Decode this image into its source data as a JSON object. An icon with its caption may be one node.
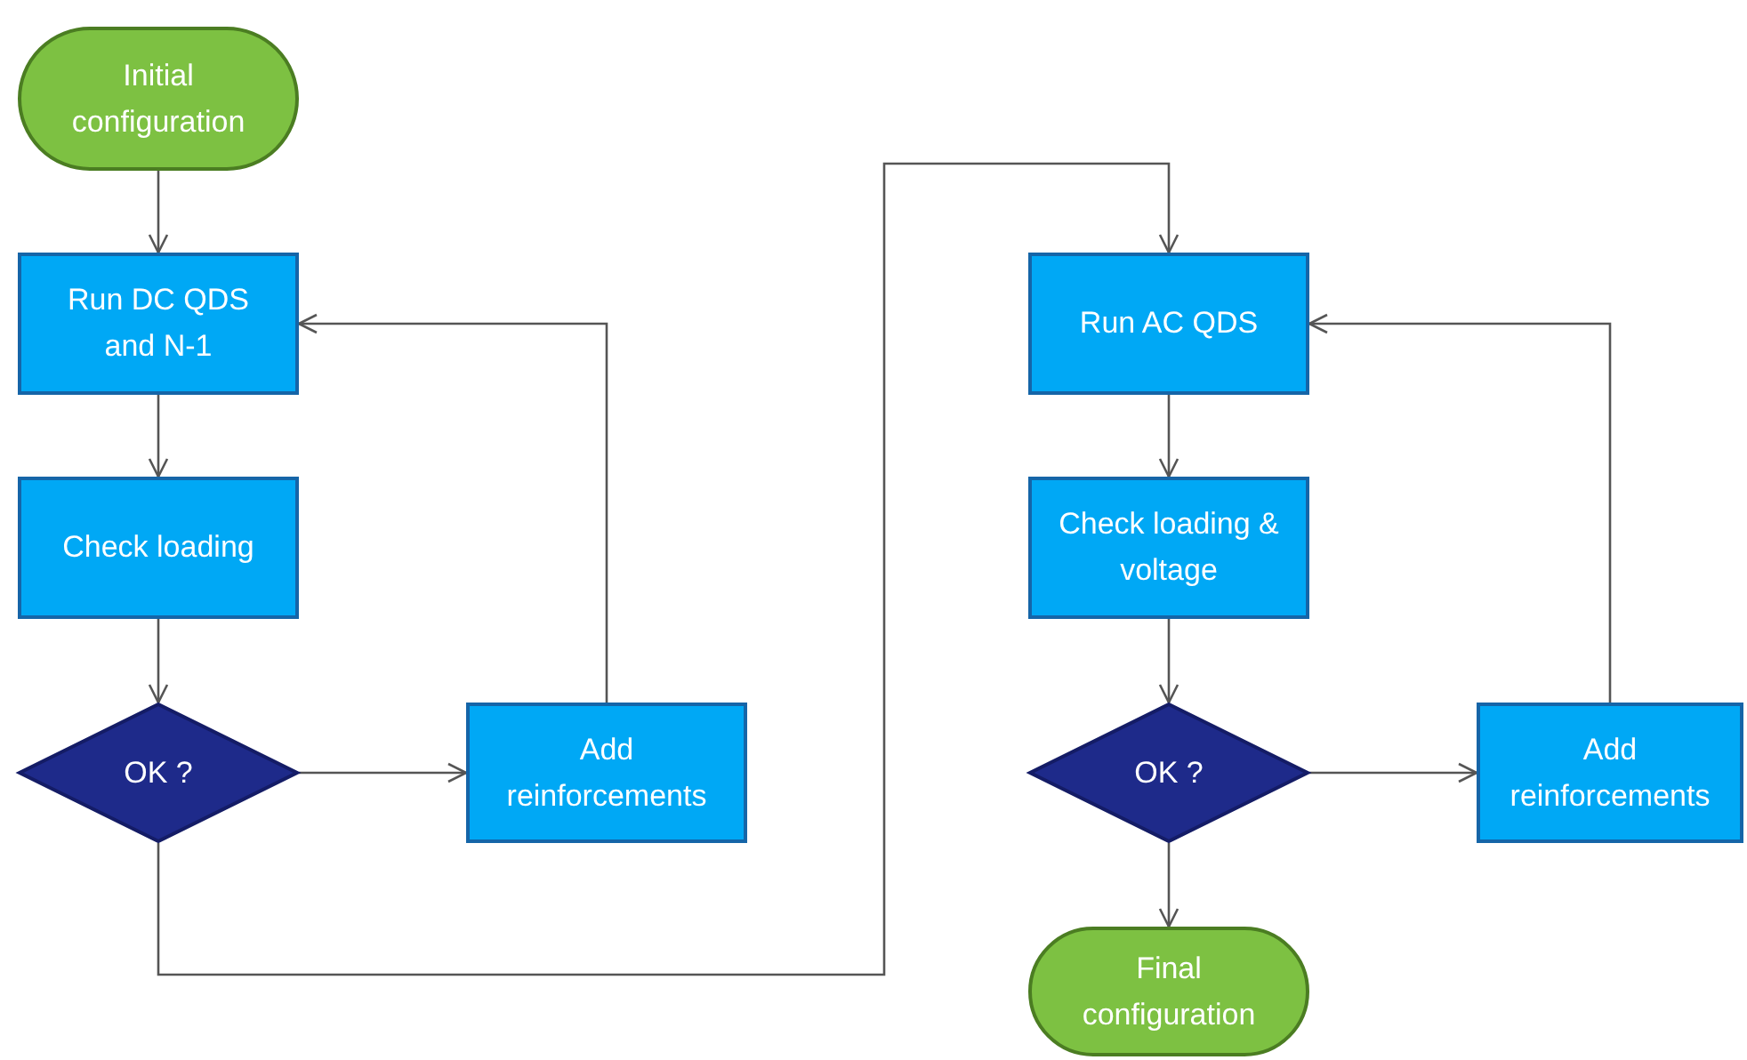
{
  "diagram": {
    "nodes": [
      {
        "text": [
          "Initial configuration"
        ]
      },
      {
        "text": [
          "Run DC QDS and N-1"
        ]
      },
      {
        "text": [
          "Check loading"
        ]
      },
      {
        "text": [
          "OK ?"
        ]
      },
      {
        "text": [
          "Add reinforcements"
        ]
      },
      {
        "text": [
          "Run AC QDS"
        ]
      },
      {
        "text": [
          "Check loading & voltage"
        ]
      },
      {
        "text": [
          "OK ?"
        ]
      },
      {
        "text": [
          "Add reinforcements"
        ]
      },
      {
        "text": [
          "Final configuration"
        ]
      }
    ],
    "edges": [
      {
        "from": 0,
        "to": 1,
        "arrow": "to"
      },
      {
        "from": 1,
        "to": 2,
        "arrow": "to"
      },
      {
        "from": 2,
        "to": 3,
        "arrow": "to"
      },
      {
        "from": 3,
        "to": 4,
        "arrow": "to"
      },
      {
        "from": 4,
        "to": 1,
        "arrow": "to"
      },
      {
        "from": 3,
        "to": 5,
        "arrow": "to"
      },
      {
        "from": 5,
        "to": 6,
        "arrow": "to"
      },
      {
        "from": 6,
        "to": 7,
        "arrow": "to"
      },
      {
        "from": 7,
        "to": 8,
        "arrow": "to"
      },
      {
        "from": 8,
        "to": 5,
        "arrow": "to"
      },
      {
        "from": 7,
        "to": 9,
        "arrow": "to"
      }
    ]
  }
}
